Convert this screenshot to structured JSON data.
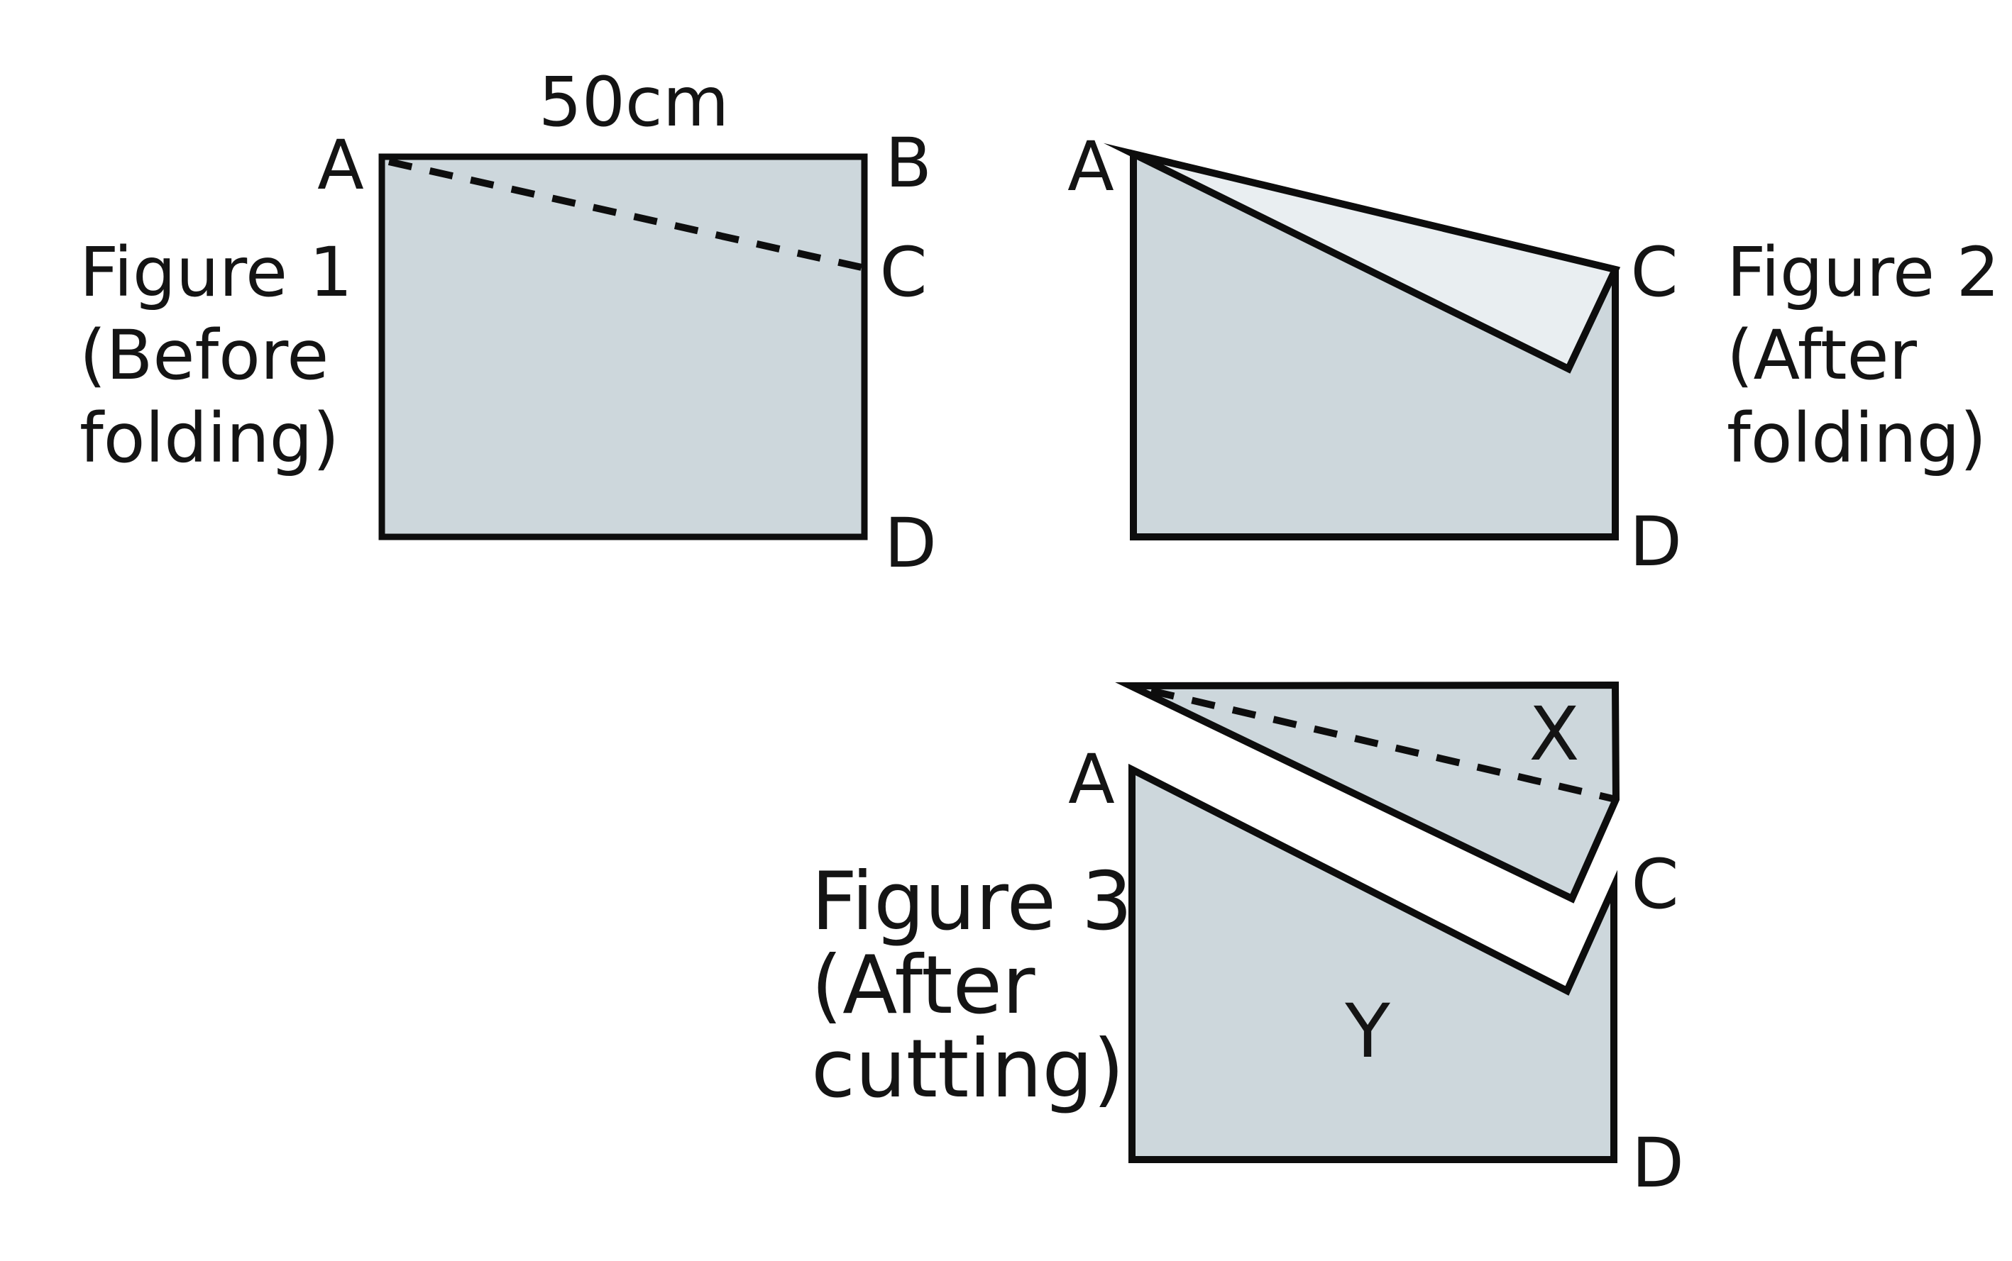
{
  "colors": {
    "background": "#ffffff",
    "paper_fill": "#cdd7dc",
    "flap_fill": "#e9eef1",
    "line": "#0d0d0d",
    "text": "#141414"
  },
  "figure1": {
    "caption_lines": [
      "Figure 1",
      "(Before",
      "folding)"
    ],
    "dimension_label": "50cm",
    "vertex_labels": {
      "a": "A",
      "b": "B",
      "c": "C",
      "d": "D"
    }
  },
  "figure2": {
    "caption_lines": [
      "Figure 2",
      "(After",
      "folding)"
    ],
    "vertex_labels": {
      "a": "A",
      "c": "C",
      "d": "D"
    }
  },
  "figure3": {
    "caption_lines": [
      "Figure 3",
      "(After",
      "cutting)"
    ],
    "vertex_labels": {
      "a": "A",
      "c": "C",
      "d": "D"
    },
    "piece_labels": {
      "x": "X",
      "y": "Y"
    }
  }
}
